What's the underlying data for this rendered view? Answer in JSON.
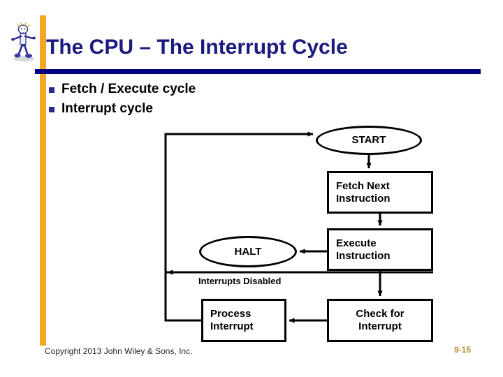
{
  "slide": {
    "title": "The CPU – The Interrupt Cycle",
    "accent_orange": "#f5a623",
    "accent_navy": "#000080",
    "title_color": "#1a1a80"
  },
  "logo": {
    "name": "stick-figure-mascot"
  },
  "bullets": [
    {
      "marker": "square-bullet",
      "text": "Fetch / Execute cycle"
    },
    {
      "marker": "square-bullet",
      "text": "Interrupt cycle"
    }
  ],
  "flowchart": {
    "type": "diagram",
    "nodes": [
      {
        "id": "start",
        "label": "START",
        "shape": "ellipse"
      },
      {
        "id": "fetch",
        "label": "Fetch Next\nInstruction",
        "line1": "Fetch Next",
        "line2": "Instruction",
        "shape": "rect"
      },
      {
        "id": "execute",
        "label": "Execute\nInstruction",
        "line1": "Execute",
        "line2": "Instruction",
        "shape": "rect"
      },
      {
        "id": "halt",
        "label": "HALT",
        "shape": "ellipse"
      },
      {
        "id": "check",
        "label": "Check for\nInterrupt",
        "line1": "Check for",
        "line2": "Interrupt",
        "shape": "rect"
      },
      {
        "id": "process",
        "label": "Process\nInterrupt",
        "line1": "Process",
        "line2": "Interrupt",
        "shape": "rect"
      }
    ],
    "edges": [
      {
        "from": "loop",
        "to": "start",
        "label": ""
      },
      {
        "from": "start",
        "to": "fetch",
        "label": ""
      },
      {
        "from": "fetch",
        "to": "execute",
        "label": ""
      },
      {
        "from": "execute",
        "to": "halt",
        "label": ""
      },
      {
        "from": "execute",
        "to": "check",
        "label": ""
      },
      {
        "from": "check",
        "to": "process",
        "label": ""
      },
      {
        "from": "process",
        "to": "start",
        "label": ""
      }
    ],
    "edge_labels": [
      {
        "id": "interrupts-disabled",
        "text": "Interrupts Disabled"
      }
    ]
  },
  "footer": {
    "copyright": "Copyright 2013 John Wiley & Sons, Inc.",
    "page_number": "9-15",
    "page_number_color": "#b59138"
  }
}
